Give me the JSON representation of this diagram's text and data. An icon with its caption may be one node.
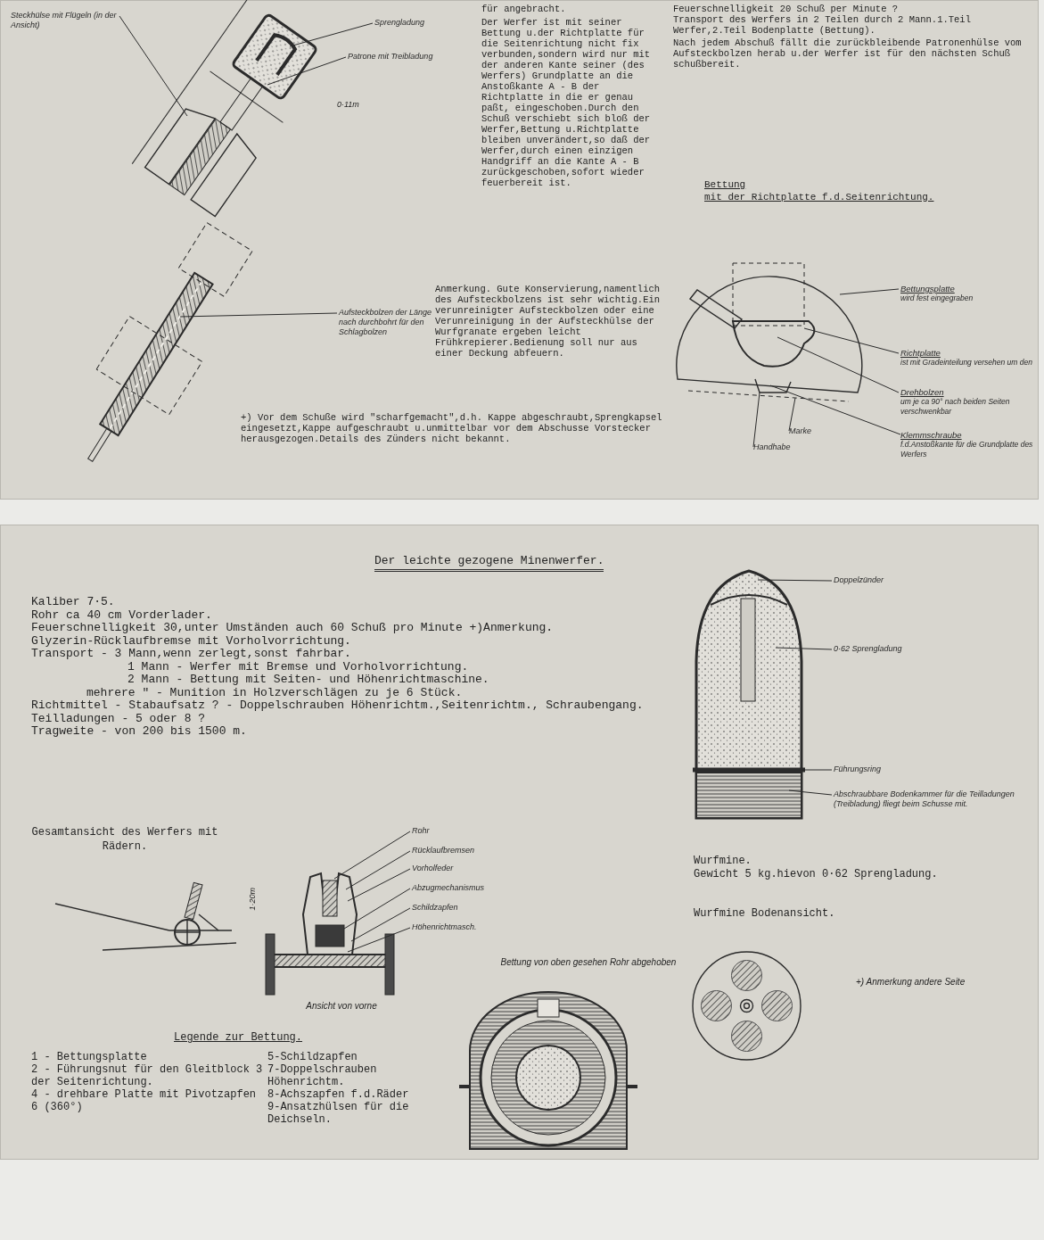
{
  "diagram": {
    "title": "Der leichte gezogene Minenwerfer.",
    "nodes": [
      {
        "text": [],
        "shape": "picture"
      },
      {
        "text": [
          "Steckhülse mit Flügeln (in der Ansicht)"
        ]
      },
      {
        "text": [
          "Sprengladung"
        ]
      },
      {
        "text": [
          "Patrone mit Treibladung"
        ]
      },
      {
        "text": [],
        "shape": "picture"
      },
      {
        "text": [
          "Aufsteckbolzen der Länge nach durchbohrt für den Schlagbolzen"
        ]
      },
      {
        "text": [],
        "shape": "picture"
      },
      {
        "text": [
          "Bettungsplatte",
          "wird fest eingegraben"
        ]
      },
      {
        "text": [
          "Richtplatte",
          "ist mit Gradeinteilung versehen um den"
        ]
      },
      {
        "text": [
          "Drehbolzen",
          "um je ca 90° nach beiden Seiten verschwenkbar"
        ]
      },
      {
        "text": [
          "Klemmschraube",
          "f.d.Anstoßkante für die Grundplatte des Werfers"
        ]
      },
      {
        "text": [
          "Marke"
        ]
      },
      {
        "text": [
          "Handhabe"
        ]
      },
      {
        "text": [],
        "shape": "picture",
        "beside": [
          "Gesamtansicht des Werfers mit Rädern."
        ]
      },
      {
        "text": [],
        "shape": "picture",
        "beside": [
          "Ansicht von vorne"
        ]
      },
      {
        "text": [
          "Rohr"
        ]
      },
      {
        "text": [
          "Rücklaufbremsen"
        ]
      },
      {
        "text": [
          "Vorholfeder"
        ]
      },
      {
        "text": [
          "Abzugmechanismus"
        ]
      },
      {
        "text": [
          "Schildzapfen"
        ]
      },
      {
        "text": [
          "Höhenrichtmasch."
        ]
      },
      {
        "text": [],
        "shape": "picture",
        "beside": [
          "Bettung von oben gesehen Rohr abgehoben"
        ]
      },
      {
        "text": [],
        "shape": "picture"
      },
      {
        "text": [
          "Doppelzünder"
        ]
      },
      {
        "text": [
          "0·62 Sprengladung"
        ]
      },
      {
        "text": [
          "Führungsring"
        ]
      },
      {
        "text": [
          "Abschraubbare Bodenkammer für die Teilladungen (Treibladung) fliegt beim Schusse mit."
        ]
      },
      {
        "text": [],
        "shape": "picture",
        "beside": [
          "Wurfmine Bodenansicht."
        ]
      }
    ],
    "edges": [
      {
        "from": 1,
        "to": 0,
        "arrow": "none"
      },
      {
        "from": 2,
        "to": 0,
        "arrow": "none"
      },
      {
        "from": 3,
        "to": 0,
        "arrow": "none"
      },
      {
        "from": 5,
        "to": 4,
        "arrow": "none"
      },
      {
        "from": 7,
        "to": 6,
        "arrow": "none"
      },
      {
        "from": 8,
        "to": 6,
        "arrow": "none"
      },
      {
        "from": 9,
        "to": 6,
        "arrow": "none"
      },
      {
        "from": 10,
        "to": 6,
        "arrow": "none"
      },
      {
        "from": 11,
        "to": 6,
        "arrow": "none"
      },
      {
        "from": 12,
        "to": 6,
        "arrow": "none"
      },
      {
        "from": 15,
        "to": 14,
        "arrow": "none"
      },
      {
        "from": 16,
        "to": 14,
        "arrow": "none"
      },
      {
        "from": 17,
        "to": 14,
        "arrow": "none"
      },
      {
        "from": 18,
        "to": 14,
        "arrow": "none"
      },
      {
        "from": 19,
        "to": 14,
        "arrow": "none"
      },
      {
        "from": 20,
        "to": 14,
        "arrow": "none"
      },
      {
        "from": 23,
        "to": 22,
        "arrow": "none"
      },
      {
        "from": 24,
        "to": 22,
        "arrow": "none"
      },
      {
        "from": 25,
        "to": 22,
        "arrow": "none"
      },
      {
        "from": 26,
        "to": 22,
        "arrow": "none"
      }
    ],
    "labels": [
      "0·11m",
      "für angebracht.",
      "Der Werfer ist mit seiner Bettung u.der Richtplatte für die Seitenrichtung nicht fix verbunden,sondern wird nur mit der anderen Kante seiner (des Werfers) Grundplatte an die Anstoßkante A - B der Richtplatte in die er genau paßt, eingeschoben.Durch den Schuß verschiebt sich bloß der Werfer,Bettung u.Richtplatte bleiben unverändert,so daß der Werfer,durch einen einzigen Handgriff an die Kante A - B zurückgeschoben,sofort wieder feuerbereit ist.",
      "Anmerkung. Gute Konservierung,namentlich des Aufsteckbolzens ist sehr wichtig.Ein verunreinigter Aufsteckbolzen oder eine Verunreinigung in der Aufsteckhülse der Wurfgranate ergeben leicht Frühkrepierer.Bedienung soll nur aus einer Deckung abfeuern.",
      "+) Vor dem Schuße wird \"scharfgemacht\",d.h. Kappe abgeschraubt,Sprengkapsel eingesetzt,Kappe aufgeschraubt u.unmittelbar vor dem Abschusse Vorstecker herausgezogen.Details des Zünders nicht bekannt.",
      "Feuerschnelligkeit 20 Schuß per Minute ?",
      "Transport des Werfers in 2 Teilen durch 2 Mann.1.Teil Werfer,2.Teil Bodenplatte (Bettung).",
      "Nach jedem Abschuß fällt die zurückbleibende Patronenhülse vom Aufsteckbolzen herab u.der Werfer ist für den nächsten Schuß schußbereit.",
      "Bettung",
      "mit der Richtplatte f.d.Seitenrichtung.",
      "Kaliber 7·5.",
      "Rohr ca 40 cm Vorderlader.",
      "Feuerschnelligkeit 30,unter Umständen auch 60 Schuß pro Minute +)Anmerkung.",
      "Glyzerin-Rücklaufbremse mit Vorholvorrichtung.",
      "Transport - 3 Mann,wenn zerlegt,sonst fahrbar.",
      "1 Mann - Werfer mit Bremse und Vorholvorrichtung.",
      "2 Mann - Bettung mit Seiten- und Höhenrichtmaschine.",
      "mehrere \" - Munition in Holzverschlägen zu je 6 Stück.",
      "Richtmittel - Stabaufsatz ? - Doppelschrauben Höhenrichtm.,Seitenrichtm., Schraubengang.",
      "Teilladungen - 5 oder 8 ?",
      "Tragweite - von 200 bis 1500 m.",
      "1·20m",
      "Legende zur Bettung.",
      "1 - Bettungsplatte",
      "2 - Führungsnut für den Gleitblock 3 der Seitenrichtung.",
      "4 - drehbare Platte mit Pivotzapfen 6 (360°)",
      "5-Schildzapfen",
      "7-Doppelschrauben Höhenrichtm.",
      "8-Achszapfen f.d.Räder",
      "9-Ansatzhülsen für die Deichseln.",
      "Wurfmine.",
      "Gewicht 5 kg.hievon 0·62 Sprengladung.",
      "+) Anmerkung andere Seite"
    ]
  }
}
